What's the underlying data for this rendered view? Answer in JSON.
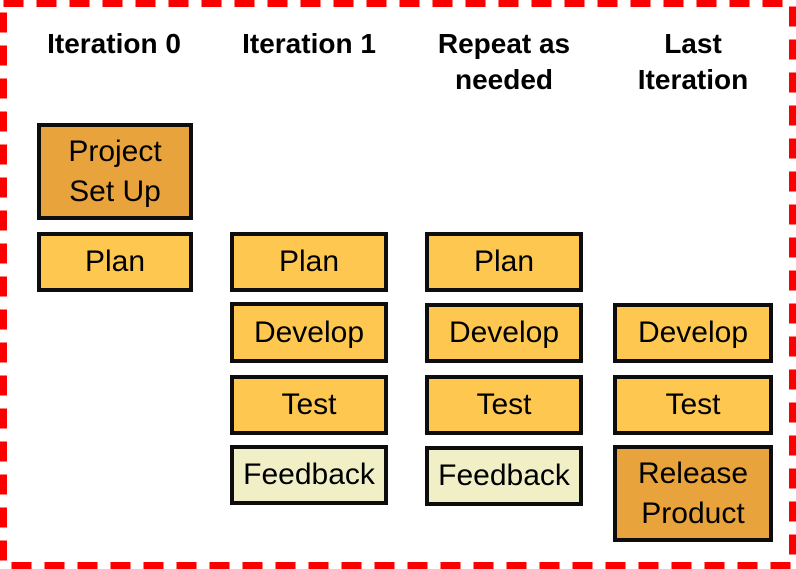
{
  "diagram": {
    "type": "iterative-process-diagram",
    "frame_color": "#FA0000",
    "box_border_color": "#0d0d0d",
    "colors": {
      "milestone": "#E8A33C",
      "task": "#FDC750",
      "feedback": "#F0EFC5"
    },
    "columns": [
      {
        "header": "Iteration 0",
        "boxes": [
          {
            "label": "Project Set Up",
            "variant": "milestone"
          },
          {
            "label": "Plan",
            "variant": "task"
          }
        ]
      },
      {
        "header": "Iteration 1",
        "boxes": [
          {
            "label": "Plan",
            "variant": "task"
          },
          {
            "label": "Develop",
            "variant": "task"
          },
          {
            "label": "Test",
            "variant": "task"
          },
          {
            "label": "Feedback",
            "variant": "feedback"
          }
        ]
      },
      {
        "header": "Repeat as needed",
        "boxes": [
          {
            "label": "Plan",
            "variant": "task"
          },
          {
            "label": "Develop",
            "variant": "task"
          },
          {
            "label": "Test",
            "variant": "task"
          },
          {
            "label": "Feedback",
            "variant": "feedback"
          }
        ]
      },
      {
        "header": "Last Iteration",
        "boxes": [
          {
            "label": "Develop",
            "variant": "task"
          },
          {
            "label": "Test",
            "variant": "task"
          },
          {
            "label": "Release Product",
            "variant": "milestone"
          }
        ]
      }
    ]
  }
}
